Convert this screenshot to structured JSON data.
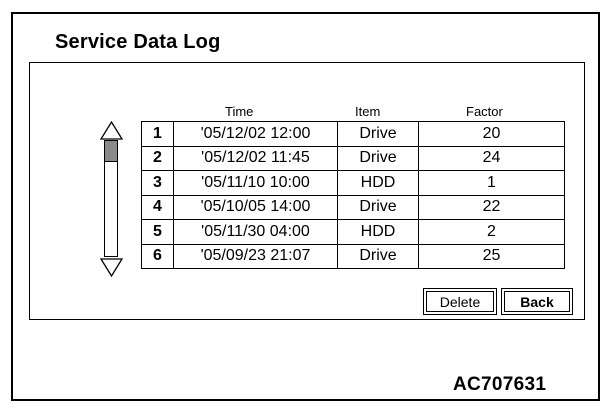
{
  "screen": {
    "title": "Service Data Log",
    "figure_code": "AC707631"
  },
  "table": {
    "columns": {
      "time": "Time",
      "item": "Item",
      "factor": "Factor"
    },
    "rows": [
      {
        "num": "1",
        "time": "'05/12/02 12:00",
        "item": "Drive",
        "factor": "20"
      },
      {
        "num": "2",
        "time": "'05/12/02 11:45",
        "item": "Drive",
        "factor": "24"
      },
      {
        "num": "3",
        "time": "'05/11/10 10:00",
        "item": "HDD",
        "factor": "1"
      },
      {
        "num": "4",
        "time": "'05/10/05 14:00",
        "item": "Drive",
        "factor": "22"
      },
      {
        "num": "5",
        "time": "'05/11/30 04:00",
        "item": "HDD",
        "factor": "2"
      },
      {
        "num": "6",
        "time": "'05/09/23 21:07",
        "item": "Drive",
        "factor": "25"
      }
    ]
  },
  "buttons": {
    "delete_label": "Delete",
    "back_label": "Back"
  },
  "scrollbar": {
    "up_icon": "triangle-up-icon",
    "down_icon": "triangle-down-icon",
    "position_fraction": 0
  }
}
